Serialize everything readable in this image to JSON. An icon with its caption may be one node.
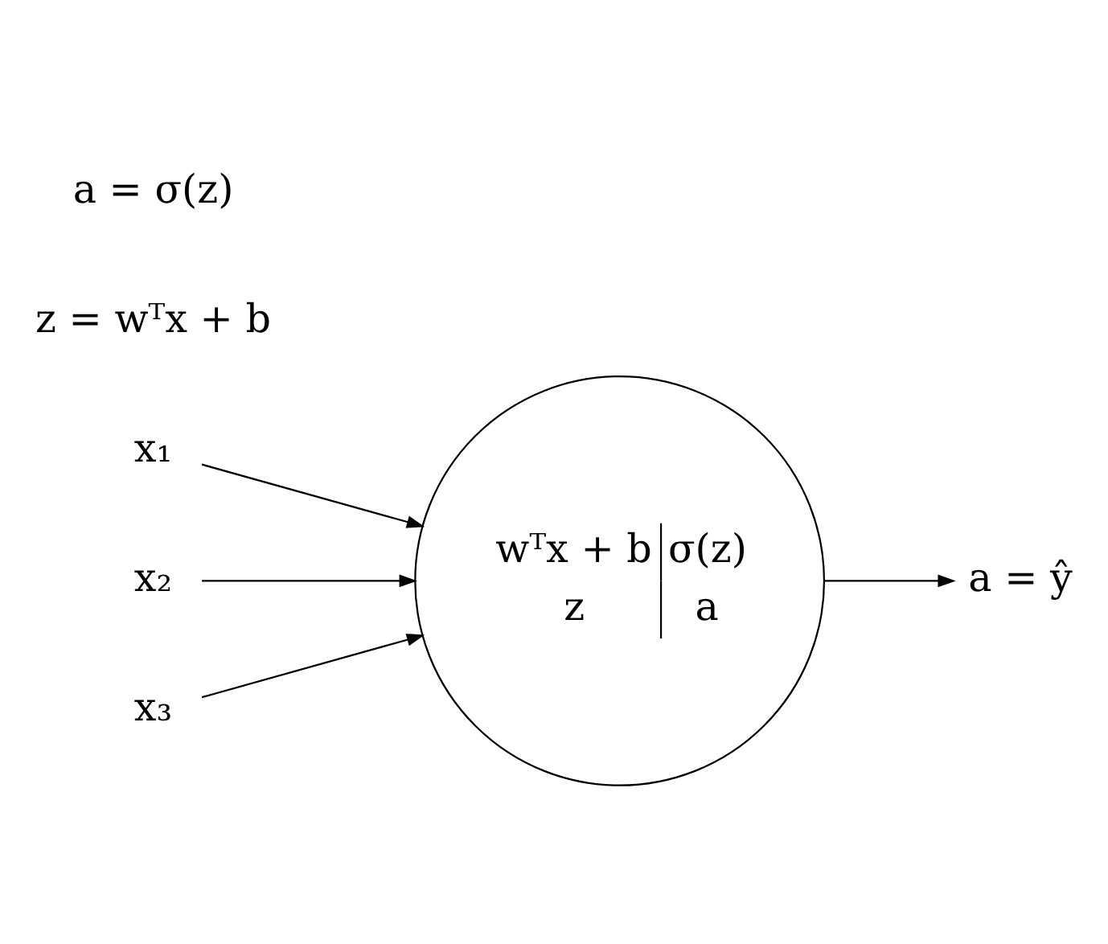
{
  "diagram": {
    "nodes": [
      {
        "text": [
          "x₁"
        ]
      },
      {
        "text": [
          "x₂"
        ]
      },
      {
        "text": [
          "x₃"
        ]
      },
      {
        "text": [
          "wᵀx + b",
          "σ(z)",
          "z",
          "a"
        ]
      },
      {
        "text": [
          "a = ŷ"
        ]
      }
    ],
    "edges": [
      {
        "from": 0,
        "to": 3,
        "arrow": "to"
      },
      {
        "from": 1,
        "to": 3,
        "arrow": "to"
      },
      {
        "from": 2,
        "to": 3,
        "arrow": "to"
      },
      {
        "from": 3,
        "to": 4,
        "arrow": "to"
      }
    ],
    "labels": [
      "z = wᵀx + b",
      "a = σ(z)"
    ]
  }
}
